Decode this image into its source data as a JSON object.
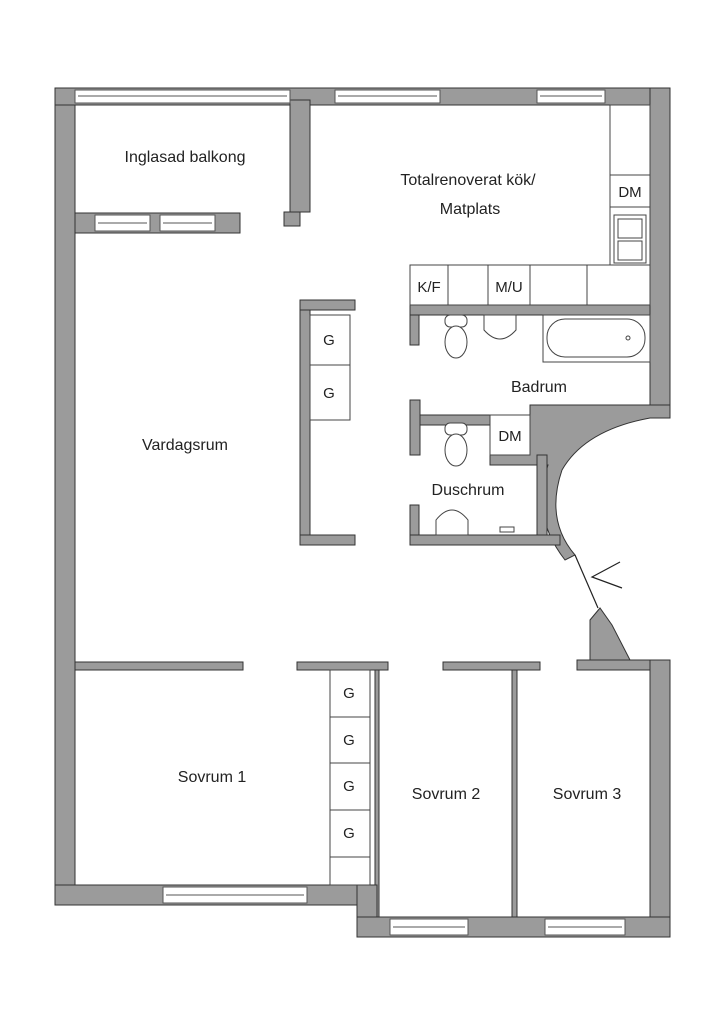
{
  "rooms": {
    "balcony": "Inglasad balkong",
    "kitchen_line1": "Totalrenoverat kök/",
    "kitchen_line2": "Matplats",
    "living": "Vardagsrum",
    "bath": "Badrum",
    "shower": "Duschrum",
    "bed1": "Sovrum 1",
    "bed2": "Sovrum 2",
    "bed3": "Sovrum 3"
  },
  "fixtures": {
    "dishwasher": "DM",
    "fridge_freezer": "K/F",
    "micro_oven": "M/U",
    "washer": "DM",
    "wardrobe": "G"
  },
  "colors": {
    "wall": "#9b9b9b",
    "outline": "#333333"
  }
}
